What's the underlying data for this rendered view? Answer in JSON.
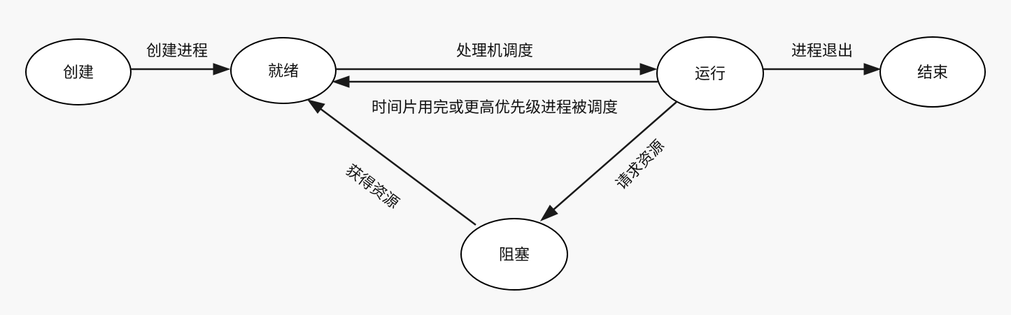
{
  "diagram": {
    "nodes": {
      "create": "创建",
      "ready": "就绪",
      "running": "运行",
      "end": "结束",
      "blocked": "阻塞"
    },
    "edges": {
      "create_to_ready": "创建进程",
      "ready_to_running": "处理机调度",
      "running_to_ready": "时间片用完或更高优先级进程被调度",
      "running_to_end": "进程退出",
      "running_to_blocked": "请求资源",
      "blocked_to_ready": "获得资源"
    },
    "colors": {
      "background": "#f8f8f8",
      "node_fill": "#ffffff",
      "stroke": "#000000"
    }
  }
}
